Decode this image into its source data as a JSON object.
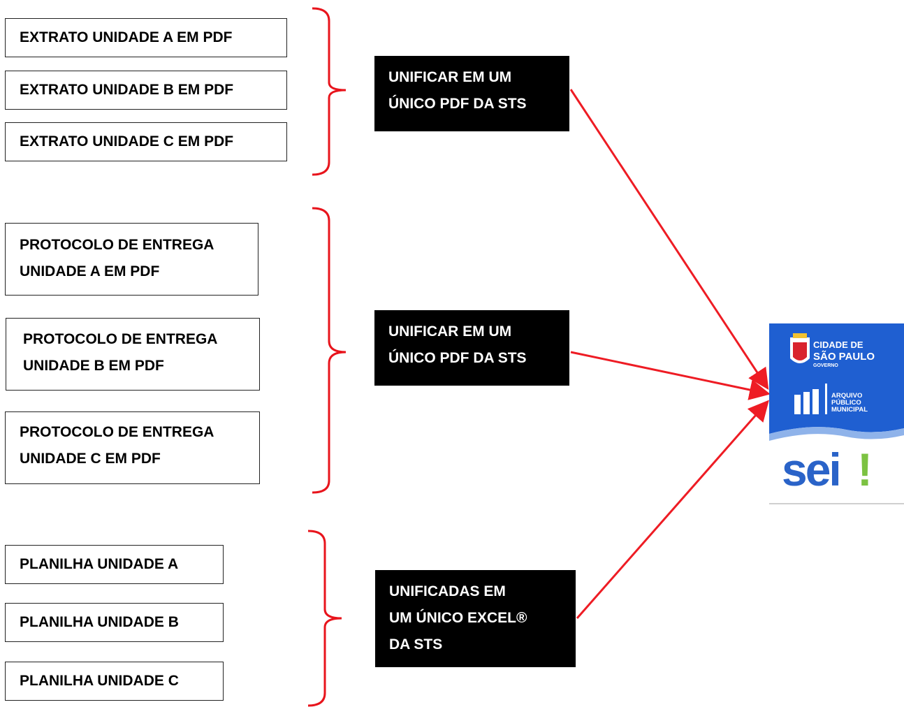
{
  "groups": [
    {
      "items": [
        {
          "lines": [
            "EXTRATO UNIDADE A EM PDF"
          ]
        },
        {
          "lines": [
            "EXTRATO UNIDADE B EM PDF"
          ]
        },
        {
          "lines": [
            "EXTRATO UNIDADE C EM PDF"
          ]
        }
      ],
      "action": {
        "lines": [
          "UNIFICAR EM UM",
          "ÚNICO PDF DA STS"
        ]
      }
    },
    {
      "items": [
        {
          "lines": [
            "PROTOCOLO DE ENTREGA",
            "UNIDADE A EM PDF"
          ]
        },
        {
          "lines": [
            "PROTOCOLO DE ENTREGA",
            "UNIDADE B EM PDF"
          ]
        },
        {
          "lines": [
            "PROTOCOLO DE ENTREGA",
            "UNIDADE C EM PDF"
          ]
        }
      ],
      "action": {
        "lines": [
          "UNIFICAR EM UM",
          "ÚNICO PDF DA STS"
        ]
      }
    },
    {
      "items": [
        {
          "lines": [
            "PLANILHA UNIDADE A"
          ]
        },
        {
          "lines": [
            "PLANILHA UNIDADE B"
          ]
        },
        {
          "lines": [
            "PLANILHA UNIDADE C"
          ]
        }
      ],
      "action": {
        "lines": [
          "UNIFICADAS EM",
          "UM ÚNICO EXCEL®",
          "DA STS"
        ]
      }
    }
  ],
  "logo": {
    "city_line1": "CIDADE DE",
    "city_line2": "SÃO PAULO",
    "city_line3": "GOVERNO",
    "archive_line1": "ARQUIVO",
    "archive_line2": "PÚBLICO",
    "archive_line3": "MUNICIPAL",
    "brand": "sei",
    "brand_mark": "!"
  },
  "colors": {
    "arrow": "#ee1c24",
    "bracket": "#e8141c",
    "logo_blue": "#1f5fd1",
    "sei_blue": "#2a63c8",
    "sei_green": "#7cc242"
  }
}
